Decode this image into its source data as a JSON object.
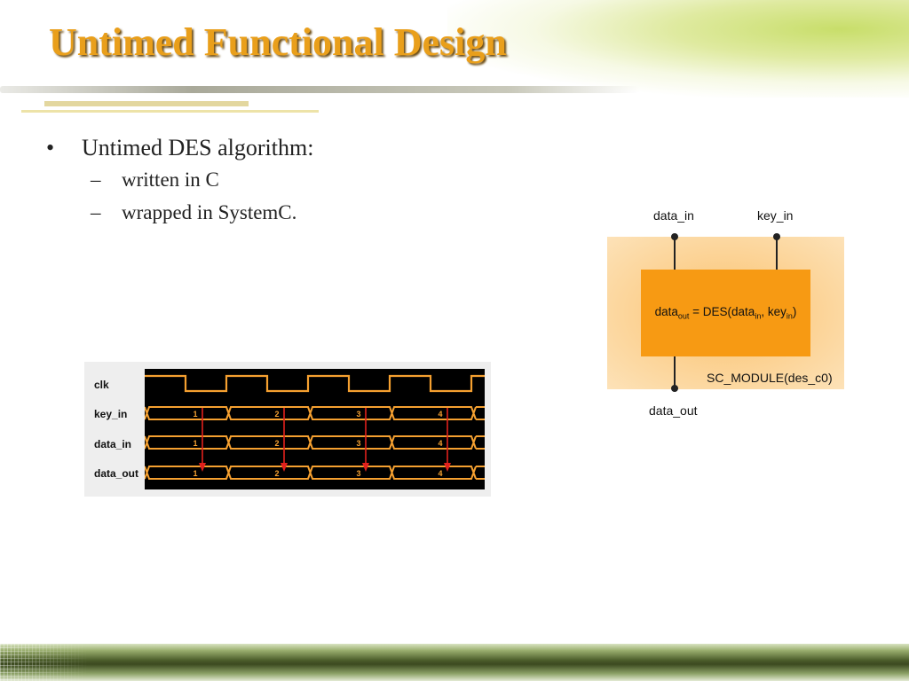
{
  "title": "Untimed Functional Design",
  "bullets": {
    "main": {
      "marker": "•",
      "text": "Untimed DES algorithm:"
    },
    "subs": [
      {
        "marker": "–",
        "text": "written in C"
      },
      {
        "marker": "–",
        "text": "wrapped in SystemC."
      }
    ]
  },
  "timing_diagram": {
    "signals": [
      "clk",
      "key_in",
      "data_in",
      "data_out"
    ],
    "values": [
      "1",
      "2",
      "3",
      "4"
    ],
    "colors": {
      "background": "#000000",
      "signal": "#f5a030",
      "arrow": "#e0201c",
      "panel": "#eeeeee"
    }
  },
  "module_diagram": {
    "inputs": [
      "data_in",
      "key_in"
    ],
    "output": "data_out",
    "equation": {
      "lhs": "data",
      "lhs_sub": "out",
      "op": " = DES(data",
      "arg1_sub": "in",
      "sep": ", key",
      "arg2_sub": "in",
      "close": ")"
    },
    "module_name": "SC_MODULE(des_c0)",
    "colors": {
      "outer": "#fbcd88",
      "inner": "#f79a13"
    }
  },
  "colors": {
    "title": "#e99f1b",
    "accent_green": "#4a5b2a"
  }
}
